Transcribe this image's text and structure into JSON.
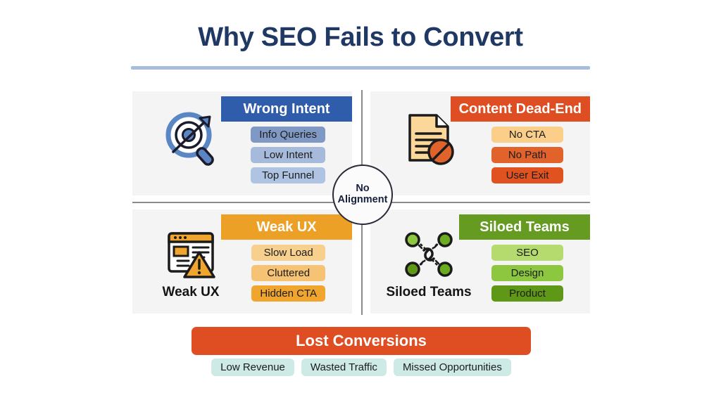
{
  "header": {
    "title": "Why SEO Fails to Convert",
    "title_color": "#1f3864",
    "rule_color": "#a8bddc"
  },
  "hub": {
    "line1": "No",
    "line2": "Alignment"
  },
  "quadrants": [
    {
      "id": "wrong-intent",
      "position": "top-left",
      "header_label": "Wrong Intent",
      "header_color": "#2f5cab",
      "icon": "target-magnifier-icon",
      "caption": "",
      "pills": [
        {
          "label": "Info Queries",
          "color": "#8099c4"
        },
        {
          "label": "Low Intent",
          "color": "#a6bbdb"
        },
        {
          "label": "Top Funnel",
          "color": "#aec4e2"
        }
      ]
    },
    {
      "id": "content-dead-end",
      "position": "top-right",
      "header_label": "Content Dead-End",
      "header_color": "#df4e22",
      "icon": "document-blocked-icon",
      "caption": "",
      "pills": [
        {
          "label": "No CTA",
          "color": "#fbcf89"
        },
        {
          "label": "No Path",
          "color": "#e2622c"
        },
        {
          "label": "User Exit",
          "color": "#e0521f"
        }
      ]
    },
    {
      "id": "weak-ux",
      "position": "bottom-left",
      "header_label": "Weak UX",
      "header_color": "#eda026",
      "icon": "browser-warning-icon",
      "caption": "Weak UX",
      "pills": [
        {
          "label": "Slow Load",
          "color": "#f8d08e"
        },
        {
          "label": "Cluttered",
          "color": "#f6c273"
        },
        {
          "label": "Hidden CTA",
          "color": "#f0a62e"
        }
      ]
    },
    {
      "id": "siloed-teams",
      "position": "bottom-right",
      "header_label": "Siloed Teams",
      "header_color": "#649b20",
      "icon": "broken-chain-network-icon",
      "caption": "Siloed Teams",
      "pills": [
        {
          "label": "SEO",
          "color": "#b5da6e"
        },
        {
          "label": "Design",
          "color": "#8dc63f"
        },
        {
          "label": "Product",
          "color": "#5f9716"
        }
      ]
    }
  ],
  "footer": {
    "banner_label": "Lost Conversions",
    "banner_color": "#df4e22",
    "outcomes": [
      "Low Revenue",
      "Wasted Traffic",
      "Missed Opportunities"
    ],
    "outcome_color": "#cdeae6"
  }
}
